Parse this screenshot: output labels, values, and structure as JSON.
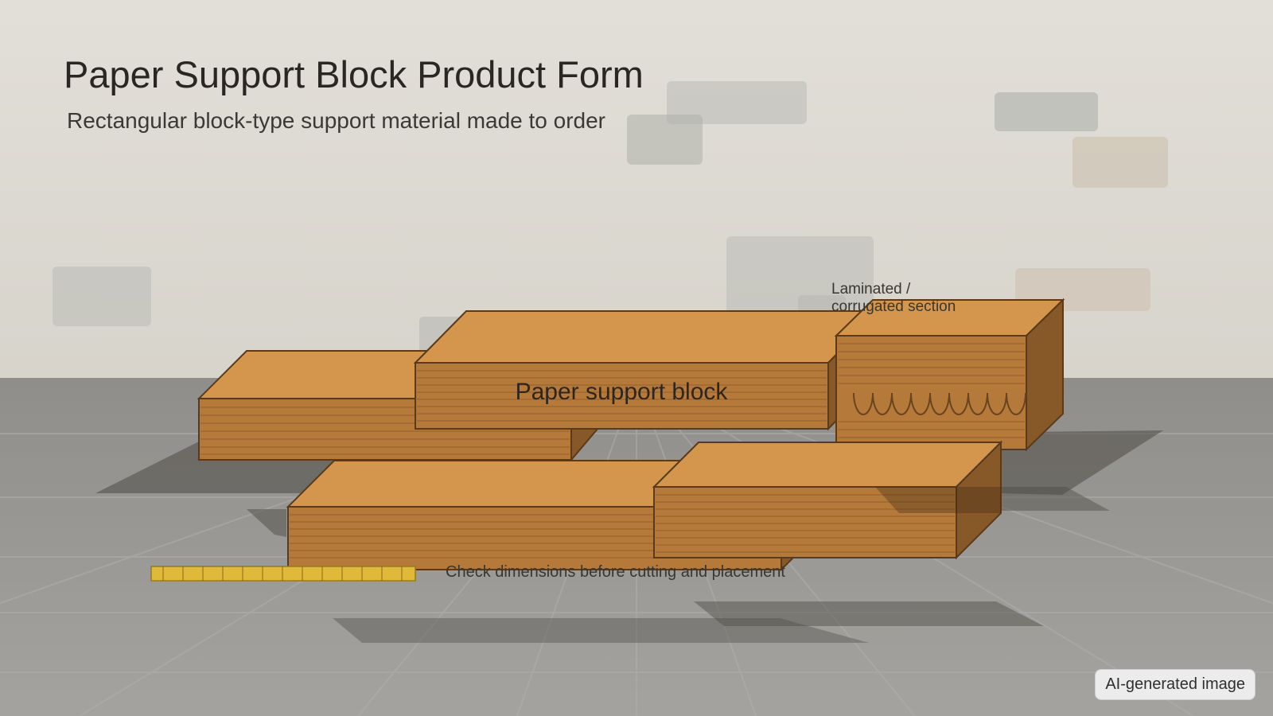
{
  "header": {
    "title": "Paper Support Block Product Form",
    "subtitle": "Rectangular block-type support material made to order"
  },
  "annotations": {
    "block_label": "Paper support block",
    "callout_line1": "Laminated /",
    "callout_line2": "corrugated section",
    "caption": "Check dimensions before cutting and placement"
  },
  "badge": {
    "text": "AI-generated image"
  },
  "colors": {
    "wall": "#dcd9d2",
    "floor": "#9c9b98",
    "block_top": "#d4964c",
    "block_front": "#b57a3a",
    "block_side": "#875828",
    "outline": "#5a3a1a",
    "tape": "#e0b93a"
  }
}
